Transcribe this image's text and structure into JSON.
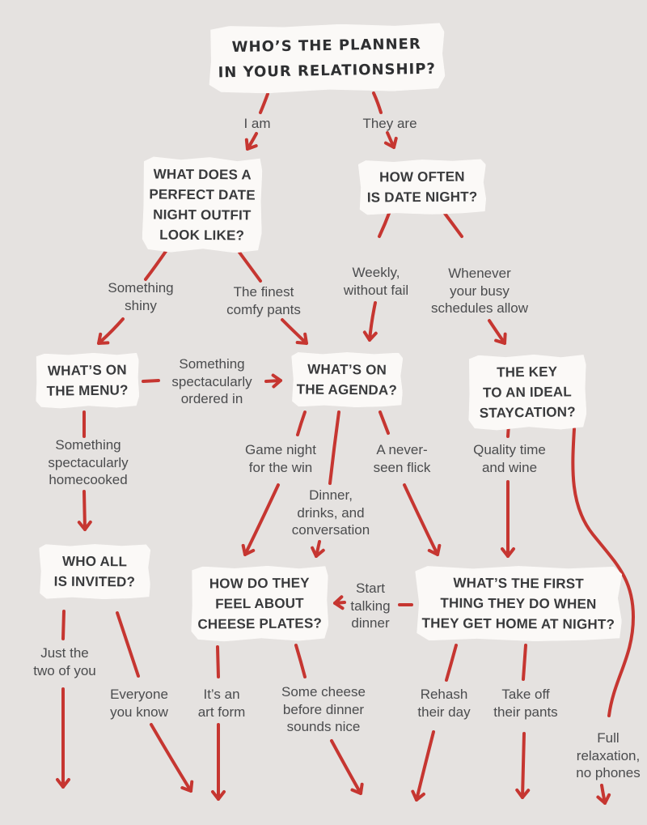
{
  "colors": {
    "background": "#e5e2e0",
    "card": "#fbf9f7",
    "arrow_red": "#c63631",
    "question_text": "#393a3c",
    "answer_text": "#4b4c4e"
  },
  "title": "WHO’S THE PLANNER\nIN YOUR RELATIONSHIP?",
  "questions": {
    "outfit": "WHAT DOES A\nPERFECT DATE\nNIGHT OUTFIT\nLOOK LIKE?",
    "date_night": "HOW OFTEN\nIS DATE NIGHT?",
    "menu": "WHAT’S ON\nTHE MENU?",
    "agenda": "WHAT’S ON\nTHE AGENDA?",
    "staycation": "THE KEY\nTO AN IDEAL\nSTAYCATION?",
    "invited": "WHO ALL\nIS INVITED?",
    "cheese": "HOW DO THEY\nFEEL ABOUT\nCHEESE PLATES?",
    "first_thing": "WHAT’S THE FIRST\nTHING THEY DO WHEN\nTHEY GET HOME AT NIGHT?"
  },
  "answers": {
    "i_am": "I am",
    "they_are": "They are",
    "something_shiny": "Something\nshiny",
    "comfy_pants": "The finest\ncomfy pants",
    "weekly": "Weekly,\nwithout fail",
    "whenever": "Whenever\nyour busy\nschedules allow",
    "ordered_in": "Something\nspectacularly\nordered in",
    "homecooked": "Something\nspectacularly\nhomecooked",
    "game_night": "Game night\nfor the win",
    "dinner_drinks": "Dinner,\ndrinks, and\nconversation",
    "never_seen": "A never-\nseen flick",
    "quality_time": "Quality time\nand wine",
    "start_talking": "Start\ntalking\ndinner",
    "just_two": "Just the\ntwo of you",
    "everyone": "Everyone\nyou know",
    "art_form": "It’s an\nart form",
    "some_cheese": "Some cheese\nbefore dinner\nsounds nice",
    "rehash": "Rehash\ntheir day",
    "take_off": "Take off\ntheir pants",
    "full_relax": "Full\nrelaxation,\nno phones"
  }
}
